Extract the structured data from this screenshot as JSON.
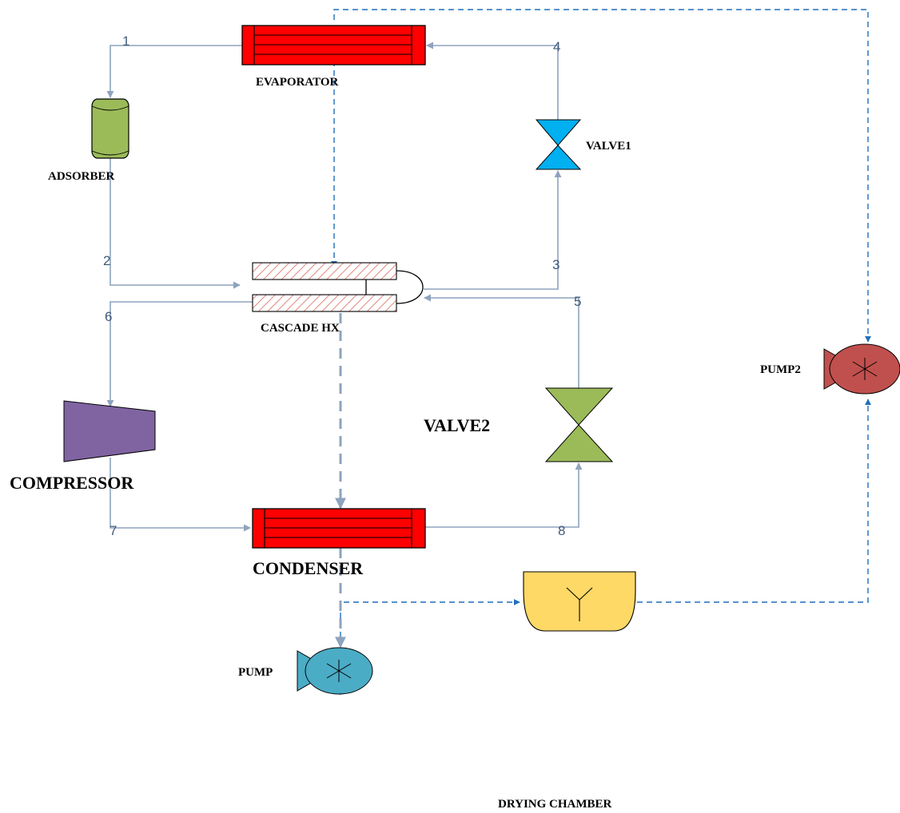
{
  "colors": {
    "pipe": "#8ea3bd",
    "dashed_line": "#1f6fbf",
    "hx_red": "#ff0000",
    "adsorber_green": "#9bbb59",
    "valve1_blue": "#00b0f0",
    "valve2_green": "#9bbb59",
    "compressor_purple": "#8064a2",
    "pump_teal": "#4bacc6",
    "pump2_red": "#c0504d",
    "drying_chamber_yellow": "#ffd966",
    "hatch": "#e0887a"
  },
  "components": {
    "evaporator": "EVAPORATOR",
    "adsorber": "ADSORBER",
    "valve1": "VALVE1",
    "cascade_hx": "CASCADE HX",
    "valve2": "VALVE2",
    "compressor": "COMPRESSOR",
    "condenser": "CONDENSER",
    "pump": "PUMP",
    "pump2": "PUMP2",
    "drying_chamber": "DRYING CHAMBER"
  },
  "state_points": [
    "1",
    "2",
    "3",
    "4",
    "5",
    "6",
    "7",
    "8"
  ]
}
